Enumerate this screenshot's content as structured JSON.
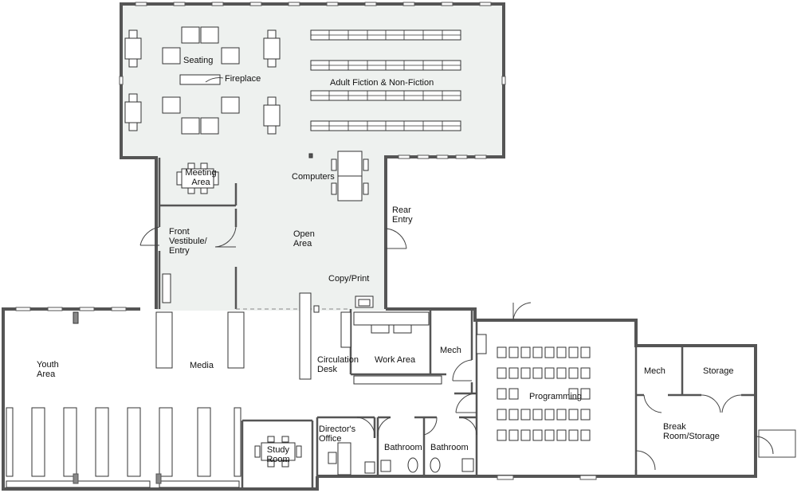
{
  "colors": {
    "background": "#ffffff",
    "floor_fill": "#eef1ef",
    "wall": "#555555",
    "wall_dark": "#333333",
    "furniture_line": "#333333"
  },
  "rooms": {
    "seating": "Seating",
    "fireplace": "Fireplace",
    "adult_fiction": "Adult Fiction & Non-Fiction",
    "meeting_area": "Meeting\nArea",
    "computers": "Computers",
    "front_vestibule": "Front\nVestibule/\nEntry",
    "open_area": "Open\nArea",
    "rear_entry": "Rear\nEntry",
    "copy_print": "Copy/Print",
    "youth_area": "Youth\nArea",
    "media": "Media",
    "circulation_desk": "Circulation\nDesk",
    "work_area": "Work Area",
    "mech_1": "Mech",
    "programming": "Programming",
    "mech_2": "Mech",
    "storage": "Storage",
    "break_room": "Break\nRoom/Storage",
    "study_room": "Study\nRoom",
    "directors_office": "Director's\nOffice",
    "bathroom_1": "Bathroom",
    "bathroom_2": "Bathroom"
  }
}
